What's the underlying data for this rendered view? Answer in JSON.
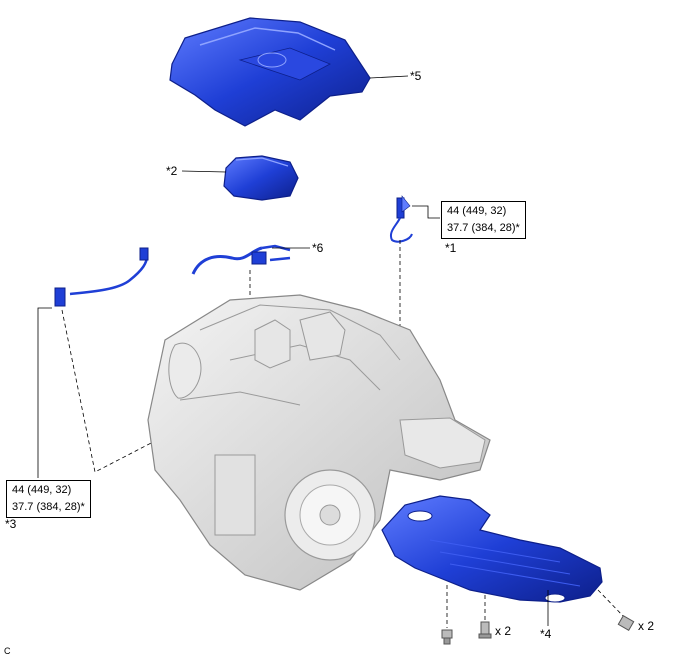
{
  "callouts": {
    "c1": "*1",
    "c2": "*2",
    "c3": "*3",
    "c4": "*4",
    "c5": "*5",
    "c6": "*6"
  },
  "torque_upper": {
    "line1": "44 (449, 32)",
    "line2": "37.7 (384, 28)*"
  },
  "torque_lower": {
    "line1": "44 (449, 32)",
    "line2": "37.7 (384, 28)*"
  },
  "quantities": {
    "bolt_center": "x 2",
    "bolt_right": "x 2"
  },
  "corner_code": "C",
  "colors": {
    "part_blue": "#1f3fd6",
    "part_blue_dark": "#0d1f8a",
    "part_blue_light": "#5f7cff",
    "engine_gray": "#d9d9d9",
    "engine_line": "#9a9a9a"
  }
}
